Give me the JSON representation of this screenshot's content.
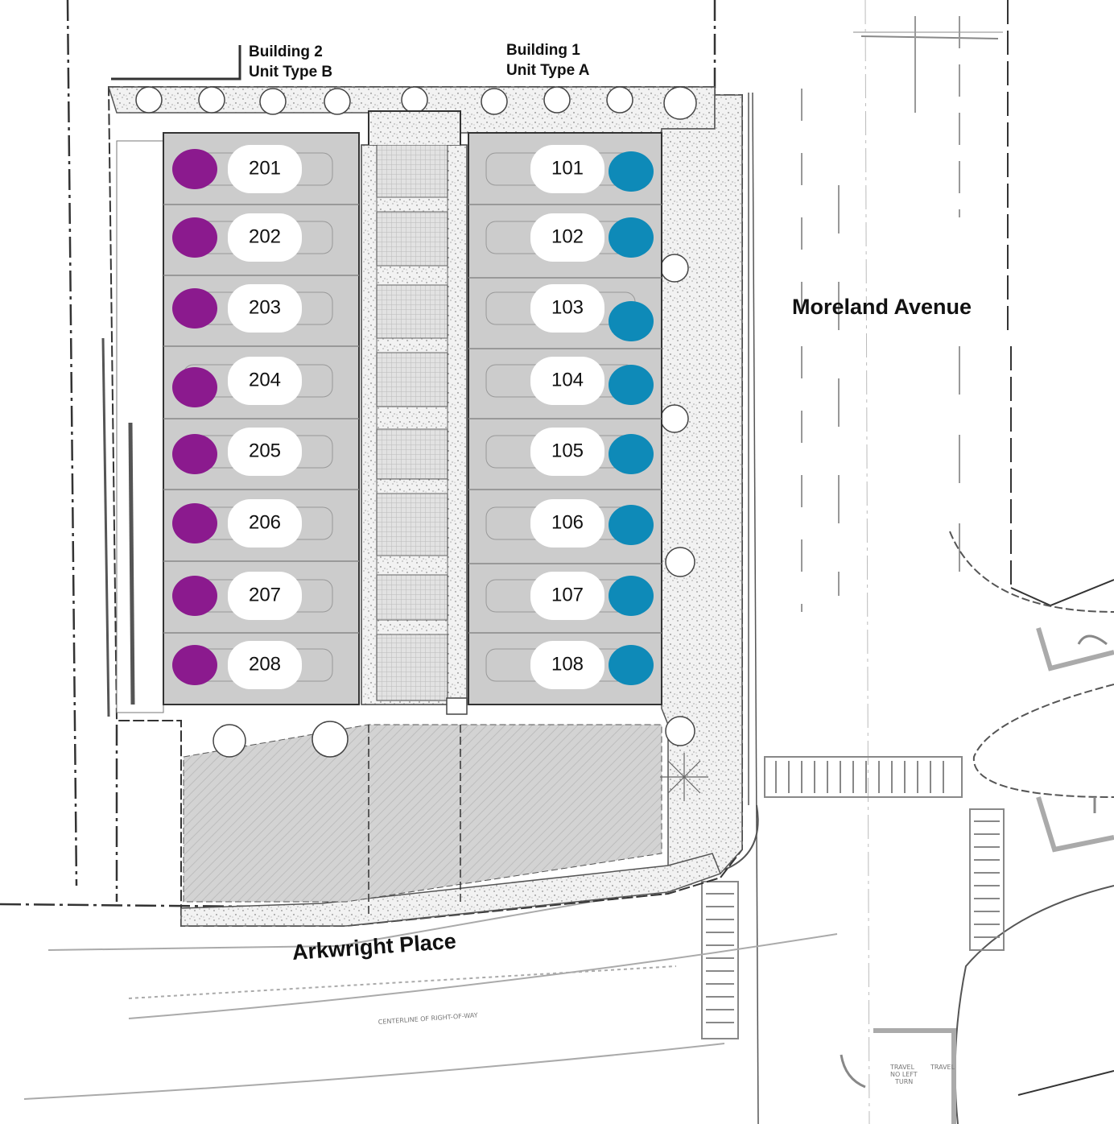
{
  "building_2": {
    "name": "Building 2",
    "unit_type": "Unit Type B",
    "color": "#8B1A8E",
    "units": [
      "201",
      "202",
      "203",
      "204",
      "205",
      "206",
      "207",
      "208"
    ]
  },
  "building_1": {
    "name": "Building 1",
    "unit_type": "Unit Type A",
    "color": "#0E8AB8",
    "units": [
      "101",
      "102",
      "103",
      "104",
      "105",
      "106",
      "107",
      "108"
    ]
  },
  "streets": {
    "east": "Moreland Avenue",
    "south": "Arkwright Place"
  },
  "road_notes": {
    "centerline": "CENTERLINE OF RIGHT-OF-WAY",
    "travel_1": "TRAVEL",
    "no_left_1": "NO LEFT",
    "no_left_2": "TURN",
    "travel_2": "TRAVEL"
  },
  "colors": {
    "unit_fill": "#cccccc",
    "pill": "#ffffff",
    "line": "#333333",
    "faint": "#aaaaaa"
  }
}
